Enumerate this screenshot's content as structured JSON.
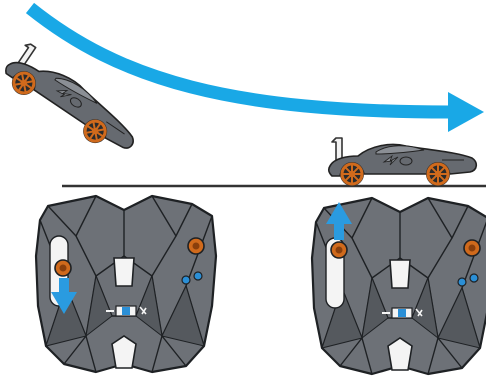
{
  "scene": {
    "step_1": {
      "car_pose": "wheelie-tilted",
      "remote_action": "lever-pulled-down",
      "arrow_direction": "down"
    },
    "step_2": {
      "car_pose": "driving-level",
      "remote_action": "lever-pushed-up",
      "arrow_direction": "up"
    },
    "motion_arrow": {
      "direction": "right",
      "shape": "curved-trajectory"
    }
  },
  "colors": {
    "trajectory": "#19a8e6",
    "arrow_hint": "#2a9be0",
    "car_body": "#666a70",
    "wheel": "#d06a1c",
    "remote_body": "#6d7177",
    "remote_dark": "#3f4348",
    "ground": "#333333",
    "switch": "#2b8fd6"
  },
  "icons": [
    "car-icon",
    "remote-control-icon",
    "arrow-down-icon",
    "arrow-up-icon",
    "wheel-icon",
    "power-switch-icon"
  ]
}
